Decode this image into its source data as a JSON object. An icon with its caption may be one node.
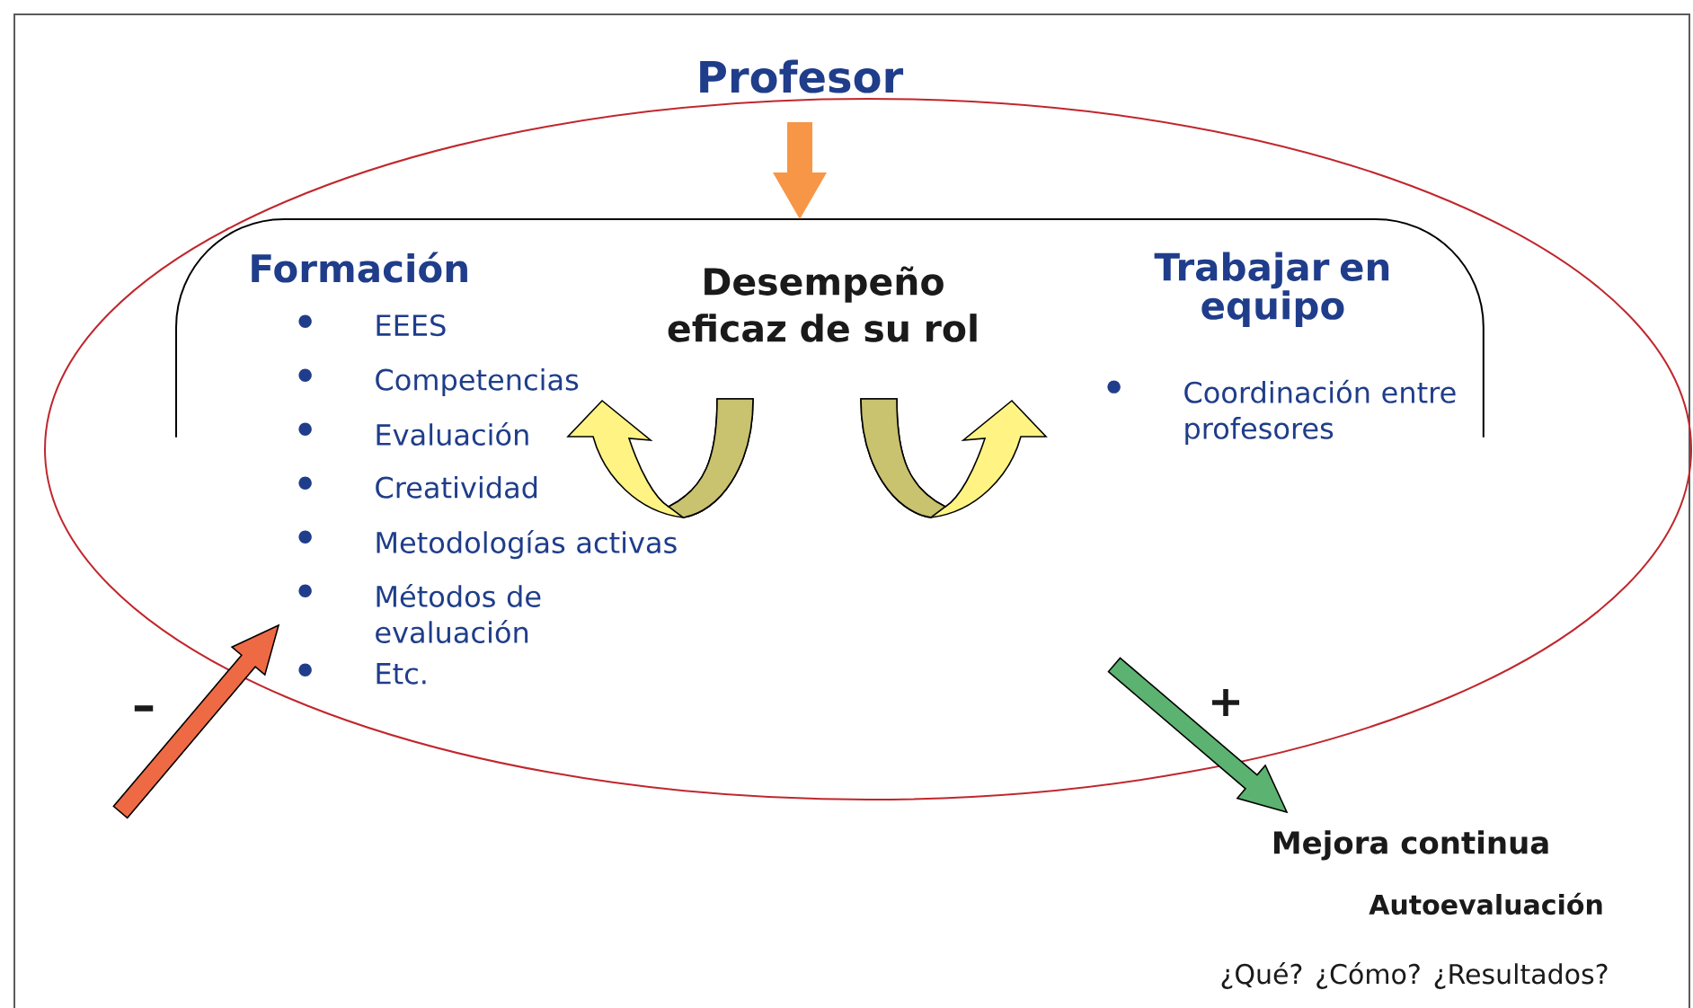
{
  "diagram": {
    "nodes": [
      {
        "text": [
          "Profesor"
        ]
      },
      {
        "text": [],
        "shape": "ellipse"
      },
      {
        "text": [],
        "shape": "bracket",
        "in": 1
      },
      {
        "text": [
          "Formación",
          "EEES",
          "Competencias",
          "Evaluación",
          "Creatividad",
          "Metodologías activas",
          "Métodos de evaluación",
          "Etc."
        ],
        "in": 1
      },
      {
        "text": [
          "Desempeño eficaz de su rol"
        ],
        "in": 2
      },
      {
        "text": [
          "Trabajar en equipo",
          "Coordinación entre profesores"
        ],
        "in": 2
      },
      {
        "text": [
          "Mejora continua"
        ]
      }
    ],
    "edges": [
      {
        "from": 0,
        "to": 2,
        "arrow": "to",
        "color": "#f79646"
      },
      {
        "from": 4,
        "to": 3,
        "arrow": "to",
        "color": "#fff383"
      },
      {
        "from": 4,
        "to": 5,
        "arrow": "to",
        "color": "#fff383"
      },
      {
        "from": null,
        "to": 3,
        "arrow": "to",
        "color": "#ee6a44"
      },
      {
        "from": null,
        "to": 6,
        "arrow": "to",
        "color": "#5cb270"
      }
    ],
    "labels": [
      "–",
      "+",
      "Autoevaluación",
      "¿Qué? ¿Cómo? ¿Resultados?"
    ]
  }
}
